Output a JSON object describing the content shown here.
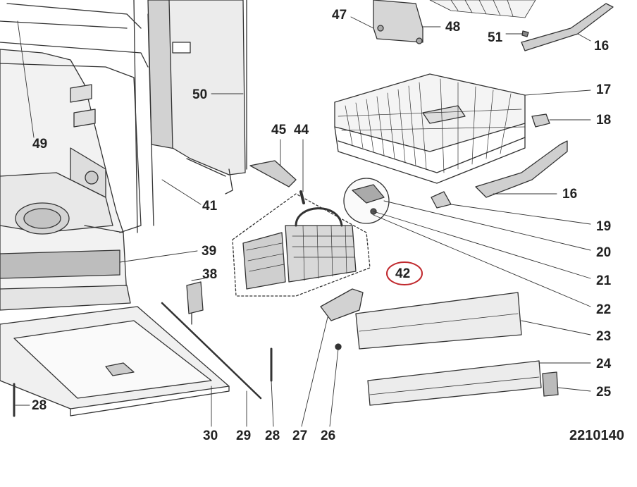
{
  "part_labels": {
    "p47": "47",
    "p48": "48",
    "p51": "51",
    "p16a": "16",
    "p16b": "16",
    "p17": "17",
    "p18": "18",
    "p19": "19",
    "p20": "20",
    "p21": "21",
    "p22": "22",
    "p23": "23",
    "p24": "24",
    "p25": "25",
    "p50": "50",
    "p49": "49",
    "p45": "45",
    "p44": "44",
    "p41": "41",
    "p39": "39",
    "p38": "38",
    "p42": "42",
    "p28a": "28",
    "p30": "30",
    "p29": "29",
    "p28b": "28",
    "p27": "27",
    "p26": "26"
  },
  "diagram_code": "2210140",
  "highlight_color": "#c0282d",
  "line_color": "#333333",
  "fill_light": "#e6e6e6",
  "fill_mid": "#cfcfcf"
}
